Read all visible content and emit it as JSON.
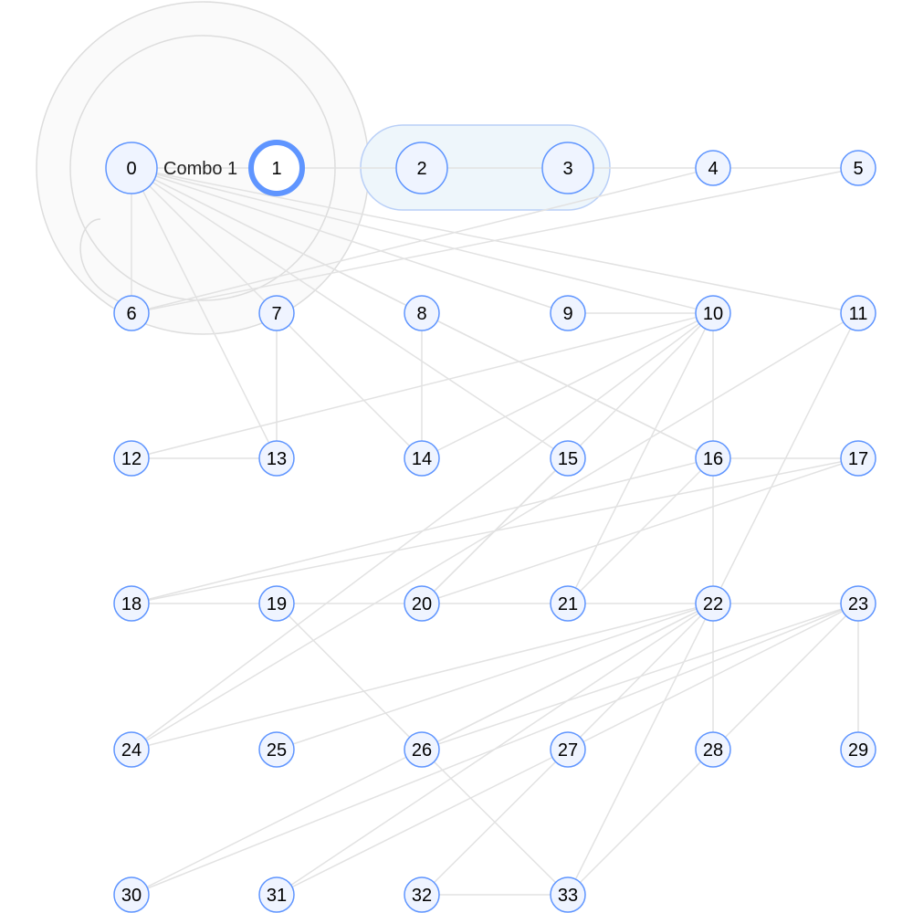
{
  "colors": {
    "edge": "#e2e2e2",
    "node_fill": "#eff4ff",
    "node_stroke": "#5f95ff",
    "selected_stroke": "#5f95ff",
    "combo_outer_stroke": "#dddddd",
    "combo_fill": "#fafafa",
    "rect_combo_fill": "#eef6fb",
    "rect_combo_stroke": "#b9cff7"
  },
  "combos": [
    {
      "id": "combo-1",
      "label": "Combo 1"
    }
  ],
  "nodes": [
    {
      "id": "0",
      "label": "0",
      "selected": false
    },
    {
      "id": "1",
      "label": "1",
      "selected": true
    },
    {
      "id": "2",
      "label": "2"
    },
    {
      "id": "3",
      "label": "3"
    },
    {
      "id": "4",
      "label": "4"
    },
    {
      "id": "5",
      "label": "5"
    },
    {
      "id": "6",
      "label": "6"
    },
    {
      "id": "7",
      "label": "7"
    },
    {
      "id": "8",
      "label": "8"
    },
    {
      "id": "9",
      "label": "9"
    },
    {
      "id": "10",
      "label": "10"
    },
    {
      "id": "11",
      "label": "11"
    },
    {
      "id": "12",
      "label": "12"
    },
    {
      "id": "13",
      "label": "13"
    },
    {
      "id": "14",
      "label": "14"
    },
    {
      "id": "15",
      "label": "15"
    },
    {
      "id": "16",
      "label": "16"
    },
    {
      "id": "17",
      "label": "17"
    },
    {
      "id": "18",
      "label": "18"
    },
    {
      "id": "19",
      "label": "19"
    },
    {
      "id": "20",
      "label": "20"
    },
    {
      "id": "21",
      "label": "21"
    },
    {
      "id": "22",
      "label": "22"
    },
    {
      "id": "23",
      "label": "23"
    },
    {
      "id": "24",
      "label": "24"
    },
    {
      "id": "25",
      "label": "25"
    },
    {
      "id": "26",
      "label": "26"
    },
    {
      "id": "27",
      "label": "27"
    },
    {
      "id": "28",
      "label": "28"
    },
    {
      "id": "29",
      "label": "29"
    },
    {
      "id": "30",
      "label": "30"
    },
    {
      "id": "31",
      "label": "31"
    },
    {
      "id": "32",
      "label": "32"
    },
    {
      "id": "33",
      "label": "33"
    }
  ],
  "edges": [
    [
      "0",
      "1"
    ],
    [
      "0",
      "6"
    ],
    [
      "0",
      "7"
    ],
    [
      "0",
      "8"
    ],
    [
      "0",
      "9"
    ],
    [
      "0",
      "10"
    ],
    [
      "0",
      "11"
    ],
    [
      "0",
      "13"
    ],
    [
      "0",
      "15"
    ],
    [
      "0",
      "16"
    ],
    [
      "1",
      "2"
    ],
    [
      "2",
      "3"
    ],
    [
      "3",
      "4"
    ],
    [
      "4",
      "5"
    ],
    [
      "4",
      "6"
    ],
    [
      "5",
      "6"
    ],
    [
      "7",
      "13"
    ],
    [
      "7",
      "14"
    ],
    [
      "8",
      "14"
    ],
    [
      "8",
      "16"
    ],
    [
      "9",
      "10"
    ],
    [
      "10",
      "12"
    ],
    [
      "10",
      "14"
    ],
    [
      "10",
      "16"
    ],
    [
      "10",
      "20"
    ],
    [
      "10",
      "21"
    ],
    [
      "10",
      "24"
    ],
    [
      "11",
      "22"
    ],
    [
      "11",
      "24"
    ],
    [
      "12",
      "13"
    ],
    [
      "15",
      "20"
    ],
    [
      "16",
      "17"
    ],
    [
      "16",
      "18"
    ],
    [
      "16",
      "21"
    ],
    [
      "16",
      "22"
    ],
    [
      "17",
      "18"
    ],
    [
      "17",
      "20"
    ],
    [
      "18",
      "19"
    ],
    [
      "19",
      "20"
    ],
    [
      "19",
      "26"
    ],
    [
      "20",
      "21"
    ],
    [
      "21",
      "22"
    ],
    [
      "22",
      "23"
    ],
    [
      "22",
      "24"
    ],
    [
      "22",
      "25"
    ],
    [
      "22",
      "26"
    ],
    [
      "22",
      "27"
    ],
    [
      "22",
      "28"
    ],
    [
      "22",
      "30"
    ],
    [
      "22",
      "31"
    ],
    [
      "22",
      "33"
    ],
    [
      "23",
      "26"
    ],
    [
      "23",
      "27"
    ],
    [
      "23",
      "28"
    ],
    [
      "23",
      "29"
    ],
    [
      "23",
      "30"
    ],
    [
      "26",
      "33"
    ],
    [
      "27",
      "31"
    ],
    [
      "27",
      "32"
    ],
    [
      "28",
      "33"
    ],
    [
      "32",
      "33"
    ]
  ]
}
